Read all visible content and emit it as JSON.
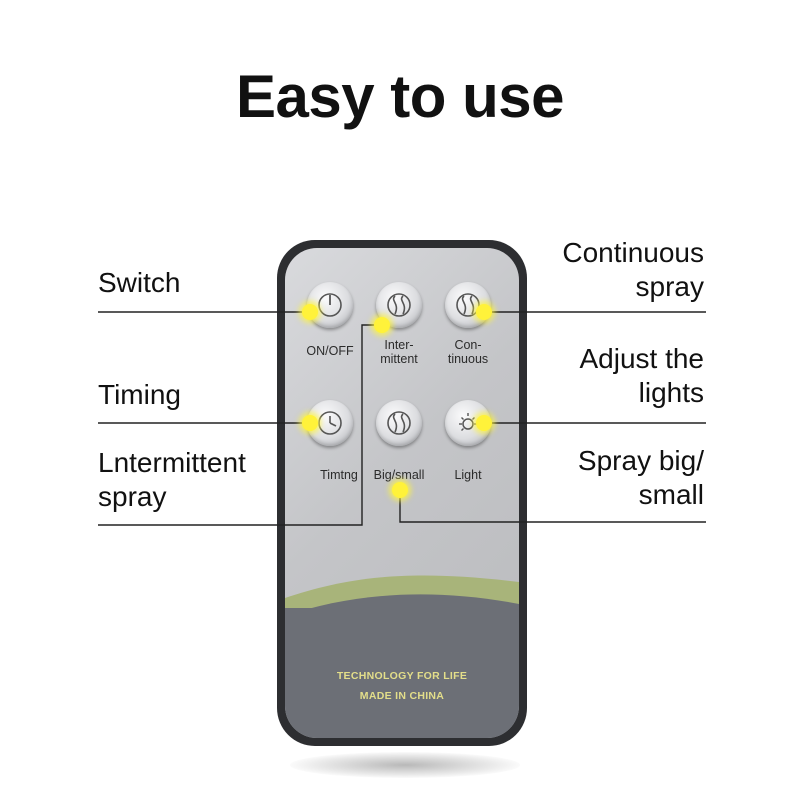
{
  "title": "Easy to use",
  "remote": {
    "brand_line1": "TECHNOLOGY FOR LIFE",
    "brand_line2": "MADE IN CHINA",
    "colors": {
      "body": "#2d2e31",
      "face": "#c4c5c8",
      "band": "#6c6f76",
      "accent": "#a8b47a",
      "brand_text": "#e3de8a",
      "hotspot": "#fff23a"
    },
    "buttons": [
      {
        "id": "onoff",
        "icon": "power-icon",
        "label_lines": [
          "ON/OFF"
        ]
      },
      {
        "id": "intermittent",
        "icon": "spray-icon",
        "label_lines": [
          "Inter-",
          "mittent"
        ]
      },
      {
        "id": "continuous",
        "icon": "spray-icon",
        "label_lines": [
          "Con-",
          "tinuous"
        ]
      },
      {
        "id": "timing",
        "icon": "clock-icon",
        "label_lines": [
          "Timtng"
        ]
      },
      {
        "id": "bigsmall",
        "icon": "spray-icon",
        "label_lines": [
          "Big/small"
        ]
      },
      {
        "id": "light",
        "icon": "light-icon",
        "label_lines": [
          "Light"
        ]
      }
    ]
  },
  "callouts": {
    "switch": [
      "Switch"
    ],
    "timing": [
      "Timing"
    ],
    "intermittent": [
      "Lntermittent",
      "spray"
    ],
    "continuous": [
      "Continuous",
      "spray"
    ],
    "lights": [
      "Adjust the",
      "lights"
    ],
    "spray_size": [
      "Spray big/",
      "small"
    ]
  }
}
